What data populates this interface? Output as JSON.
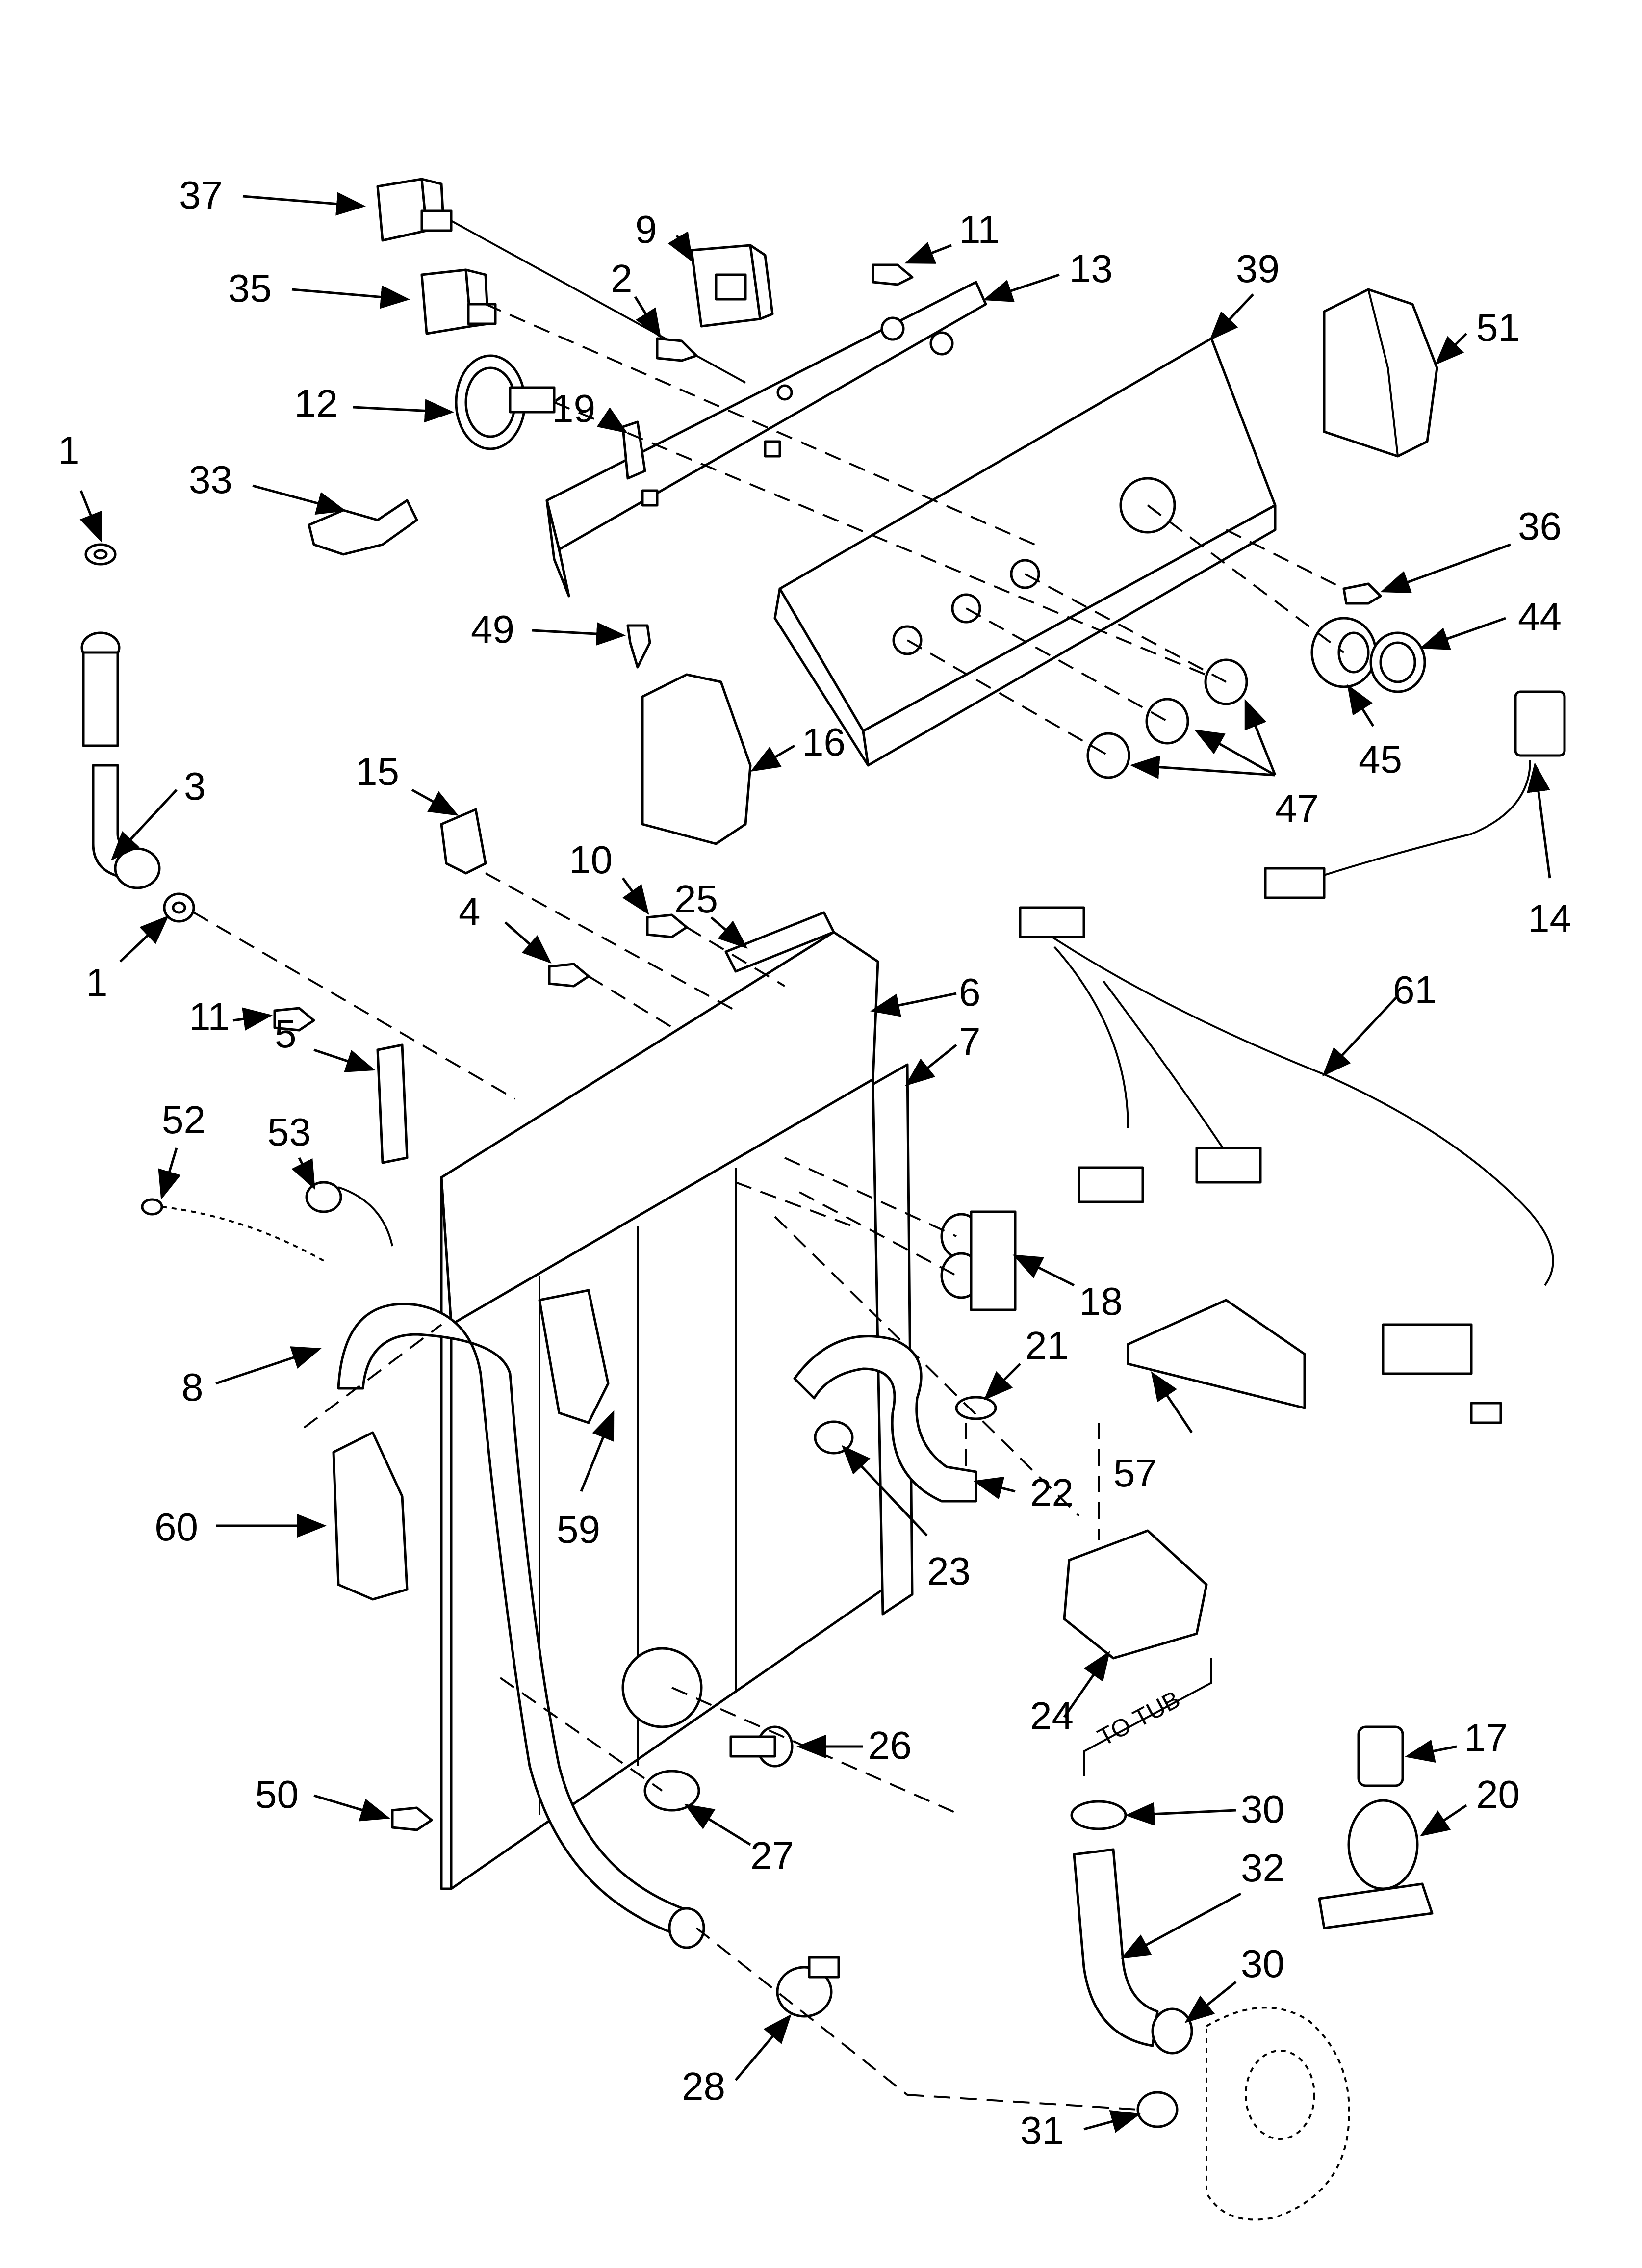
{
  "diagram": {
    "callouts": [
      "37",
      "35",
      "9",
      "11",
      "2",
      "13",
      "39",
      "51",
      "12",
      "19",
      "33",
      "1",
      "36",
      "44",
      "49",
      "45",
      "16",
      "47",
      "15",
      "3",
      "1",
      "10",
      "25",
      "4",
      "14",
      "11",
      "5",
      "6",
      "7",
      "61",
      "52",
      "53",
      "18",
      "8",
      "21",
      "57",
      "22",
      "60",
      "59",
      "23",
      "24",
      "26",
      "17",
      "50",
      "30",
      "20",
      "27",
      "32",
      "30",
      "28",
      "31"
    ],
    "to_tub": "TO TUB"
  }
}
